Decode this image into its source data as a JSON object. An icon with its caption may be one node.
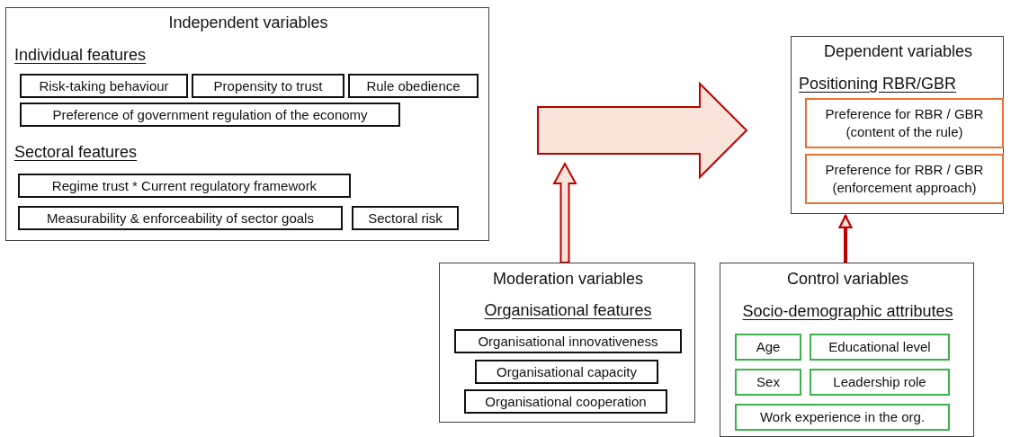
{
  "diagram": {
    "nodes": [
      {
        "text": [
          "Independent variables",
          "Individual features",
          "Sectoral features"
        ]
      },
      {
        "text": [
          "Risk-taking behaviour"
        ],
        "in": 0
      },
      {
        "text": [
          "Propensity to trust"
        ],
        "in": 0
      },
      {
        "text": [
          "Rule obedience"
        ],
        "in": 0
      },
      {
        "text": [
          "Preference of government regulation of the economy"
        ],
        "in": 0
      },
      {
        "text": [
          "Regime trust * Current regulatory framework"
        ],
        "in": 0
      },
      {
        "text": [
          "Measurability & enforceability of sector goals"
        ],
        "in": 0
      },
      {
        "text": [
          "Sectoral risk"
        ],
        "in": 0
      },
      {
        "text": [
          "Dependent variables",
          "Positioning RBR/GBR"
        ]
      },
      {
        "text": [
          "Preference for RBR / GBR (content of the rule)"
        ],
        "in": 8
      },
      {
        "text": [
          "Preference for RBR / GBR (enforcement approach)"
        ],
        "in": 8
      },
      {
        "text": [
          "Moderation variables",
          "Organisational features"
        ]
      },
      {
        "text": [
          "Organisational innovativeness"
        ],
        "in": 11
      },
      {
        "text": [
          "Organisational capacity"
        ],
        "in": 11
      },
      {
        "text": [
          "Organisational cooperation"
        ],
        "in": 11
      },
      {
        "text": [
          "Control variables",
          "Socio-demographic attributes"
        ]
      },
      {
        "text": [
          "Age"
        ],
        "in": 15
      },
      {
        "text": [
          "Educational level"
        ],
        "in": 15
      },
      {
        "text": [
          "Sex"
        ],
        "in": 15
      },
      {
        "text": [
          "Leadership role"
        ],
        "in": 15
      },
      {
        "text": [
          "Work experience in the org."
        ],
        "in": 15
      }
    ],
    "edges": [
      {
        "from": 0,
        "to": 8,
        "arrow": "to",
        "style": "thick"
      },
      {
        "from": 11,
        "to": null,
        "arrow": "to",
        "style": "thick"
      },
      {
        "from": 15,
        "to": 8,
        "arrow": "to"
      }
    ]
  }
}
